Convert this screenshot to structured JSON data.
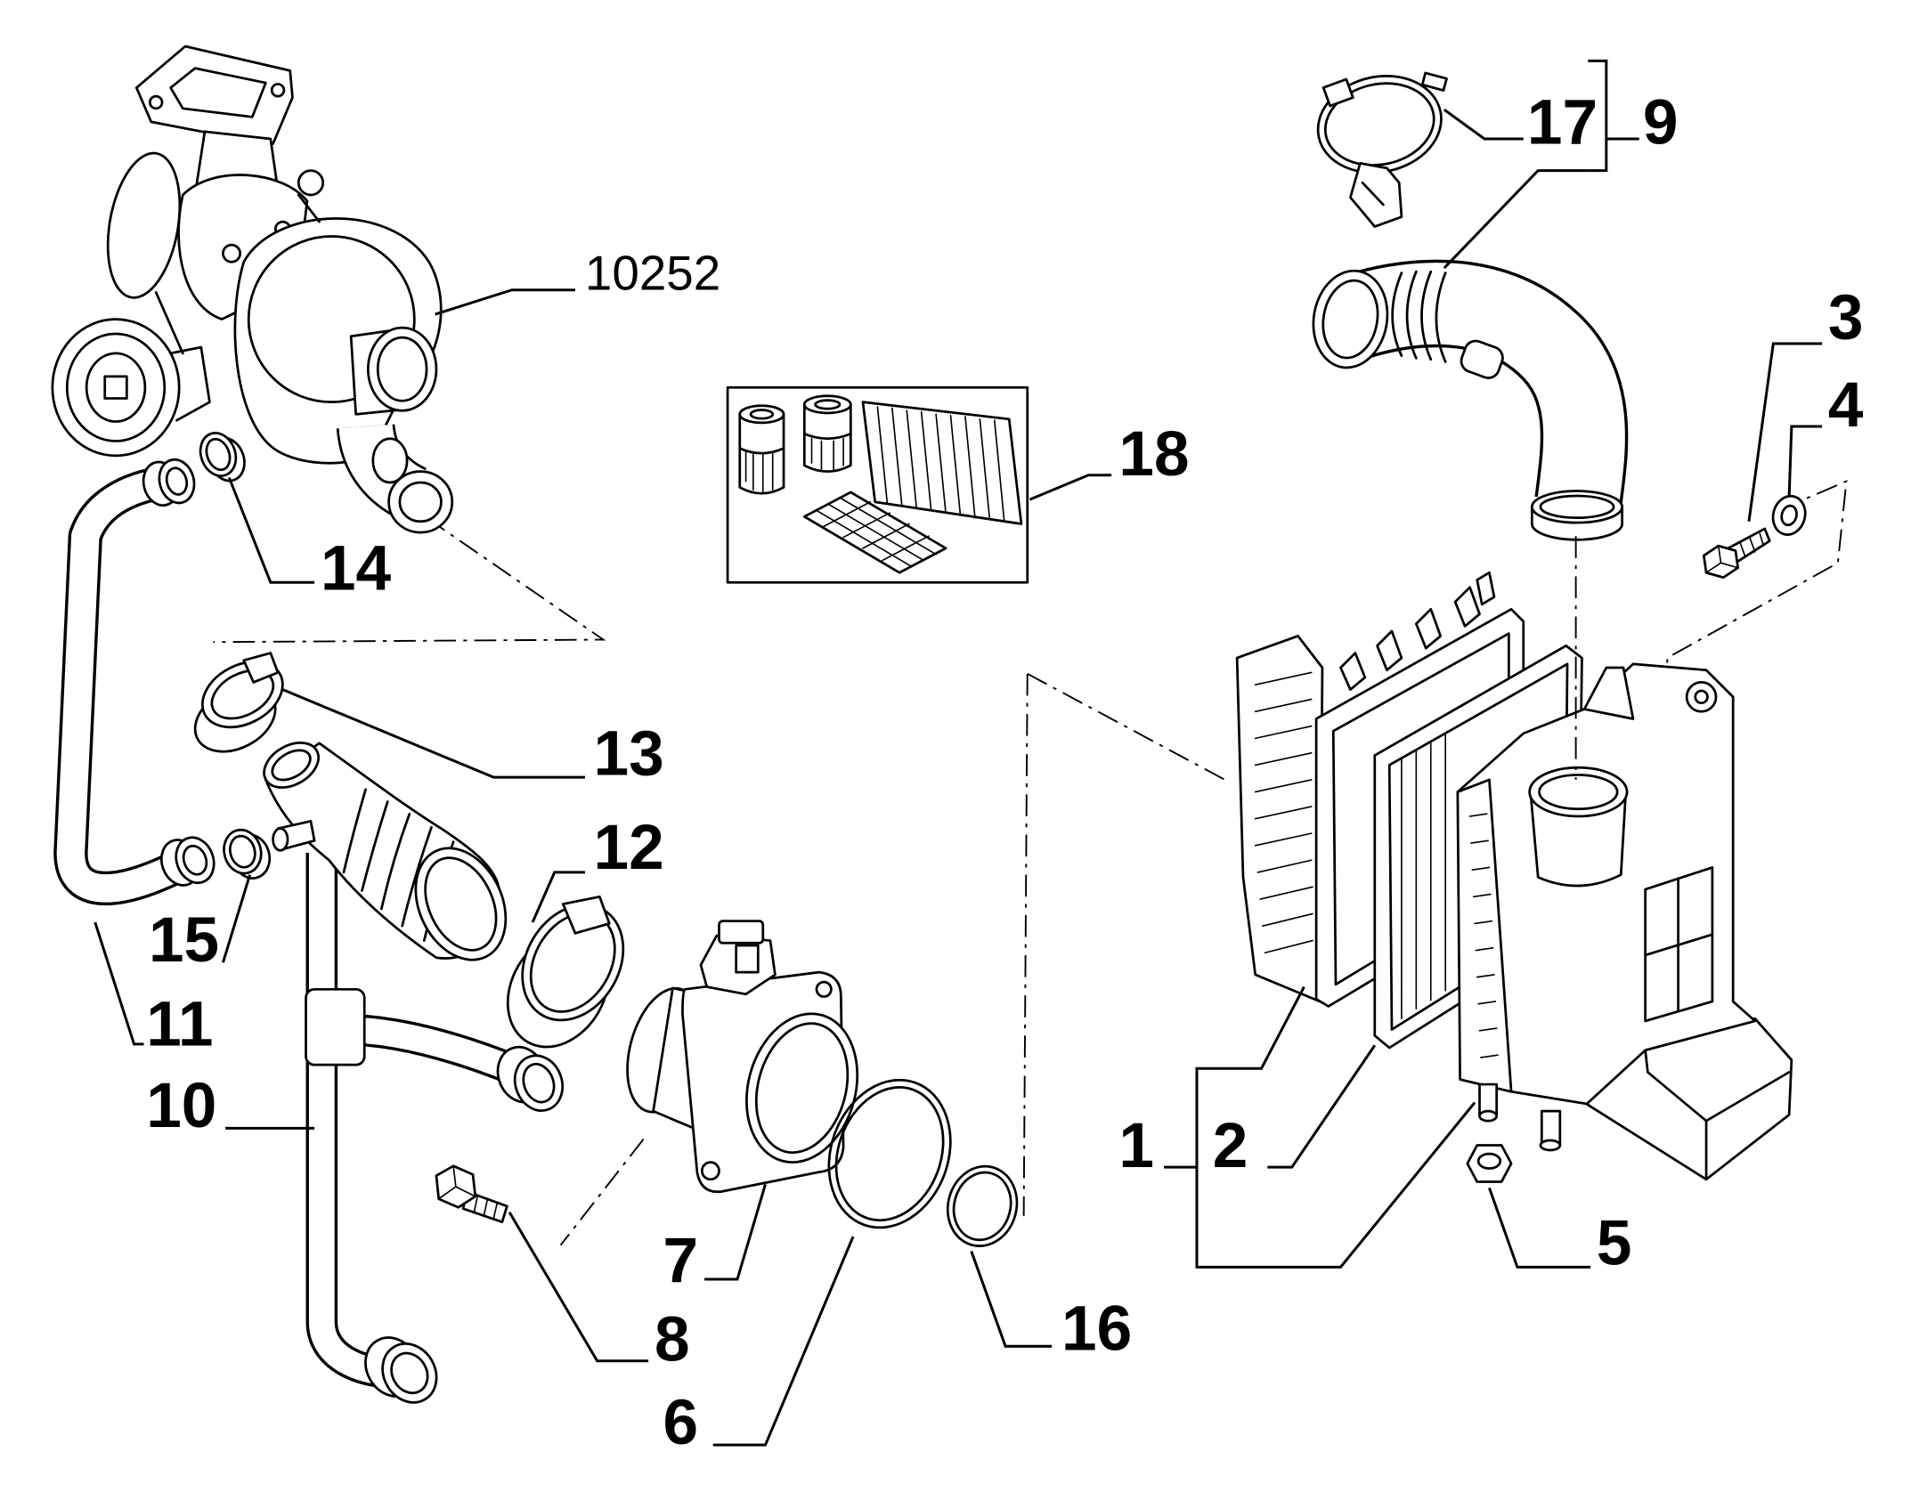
{
  "callouts": {
    "p10252": "10252",
    "p1": "1",
    "p2": "2",
    "p3": "3",
    "p4": "4",
    "p5": "5",
    "p6": "6",
    "p7": "7",
    "p8": "8",
    "p9": "9",
    "p10": "10",
    "p11": "11",
    "p12": "12",
    "p13": "13",
    "p14": "14",
    "p15": "15",
    "p16": "16",
    "p17": "17",
    "p18": "18"
  }
}
